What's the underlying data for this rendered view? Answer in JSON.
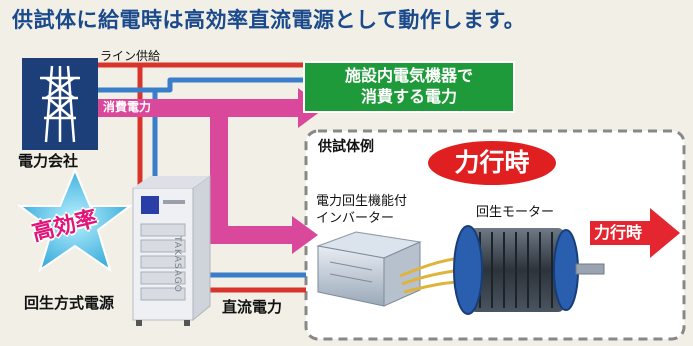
{
  "title": "供試体に給電時は高効率直流電源として動作します。",
  "labels": {
    "line_supply": "ライン供給",
    "power_consumption": "消費電力",
    "power_company": "電力会社",
    "facility_box": "施設内電気機器で\n消費する電力",
    "dc_power": "直流電力",
    "regen_power_supply": "回生方式電源",
    "high_efficiency": "高効率",
    "test_example": "供試体例",
    "powering_badge": "力行時",
    "inverter": "電力回生機能付\nインバーター",
    "regen_motor": "回生モーター",
    "powering_arrow": "力行時",
    "cabinet_brand": "TAKASAGO"
  },
  "colors": {
    "title": "#1a4a8c",
    "red_line": "#d8342c",
    "blue_line": "#3a7ecb",
    "pink_arrow": "#d9489a",
    "green_box": "#1f9a3a",
    "red_badge": "#e02020",
    "red_arrow": "#e3262f"
  }
}
